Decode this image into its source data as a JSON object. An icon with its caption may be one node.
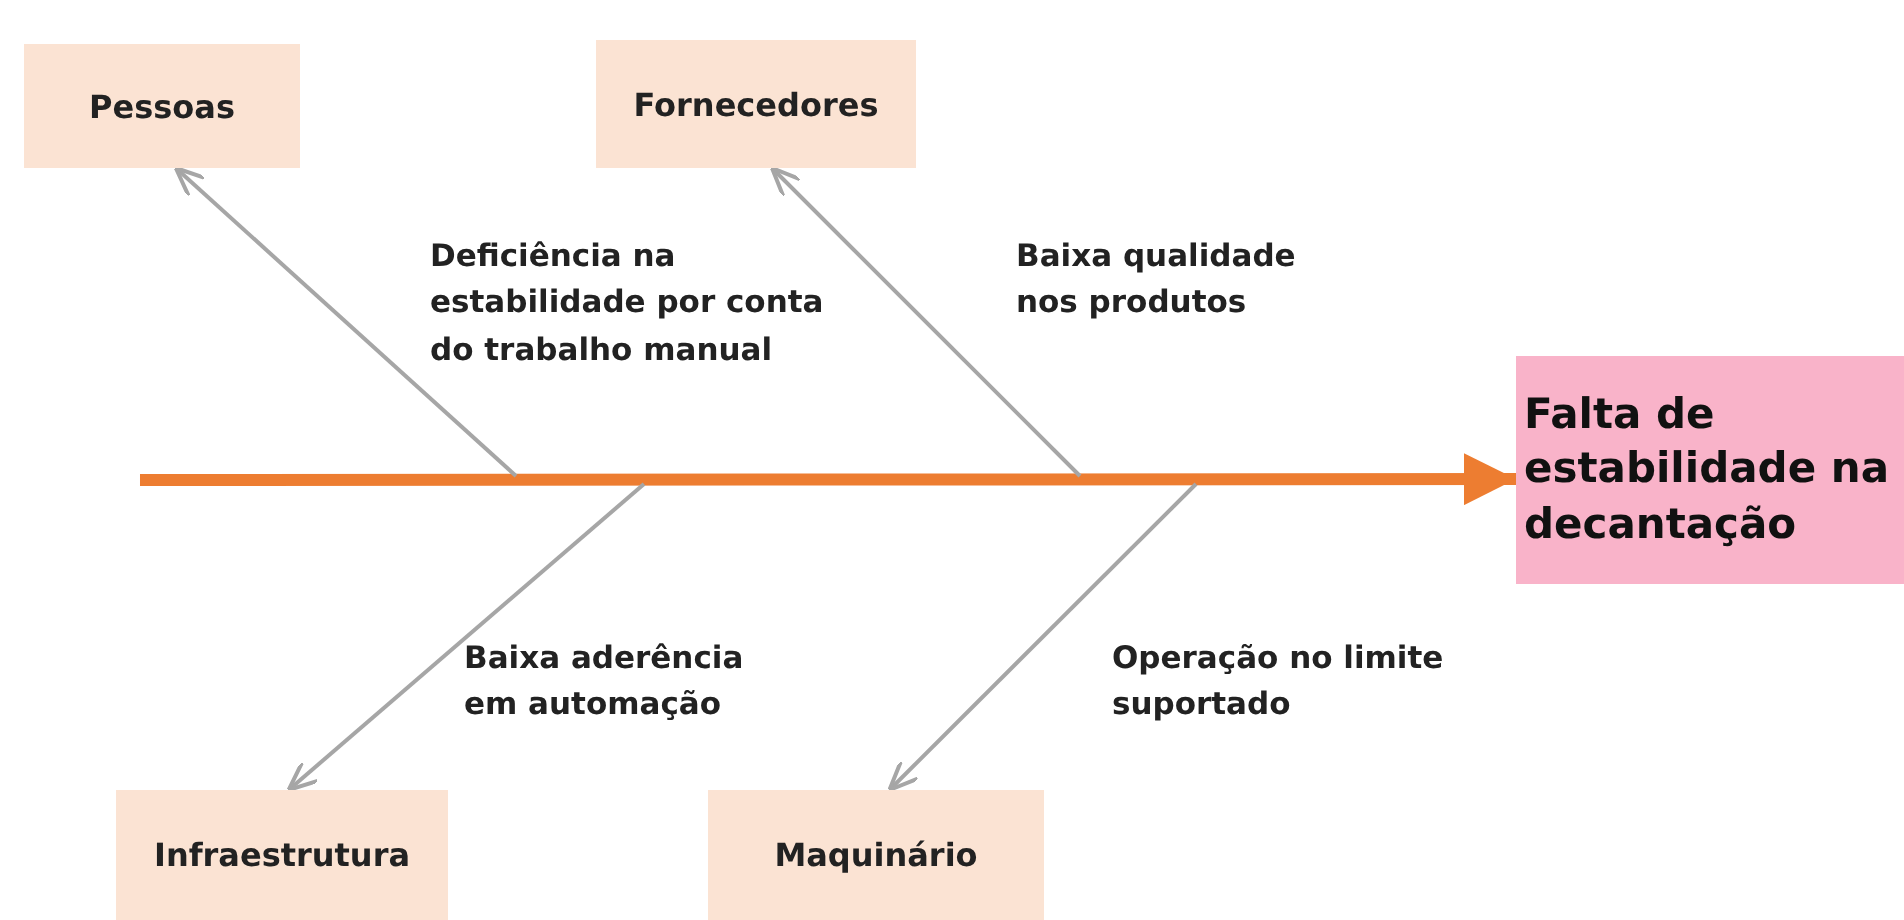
{
  "diagram": {
    "nodes": [
      {
        "text": [
          "Pessoas"
        ]
      },
      {
        "text": [
          "Fornecedores"
        ]
      },
      {
        "text": [
          "Falta de estabilidade na decantação"
        ]
      },
      {
        "text": [
          "Infraestrutura"
        ]
      },
      {
        "text": [
          "Maquinário"
        ]
      }
    ],
    "edges": [
      {
        "from": null,
        "to": 2,
        "arrow": "to",
        "style": "thick",
        "color": "#ed7d31"
      },
      {
        "from": null,
        "to": 0,
        "arrow": "to"
      },
      {
        "from": null,
        "to": 1,
        "arrow": "to"
      },
      {
        "from": null,
        "to": 3,
        "arrow": "to"
      },
      {
        "from": null,
        "to": 4,
        "arrow": "to"
      }
    ],
    "labels": [
      "Deficiência na estabilidade por conta do trabalho manual",
      "Baixa qualidade nos produtos",
      "Baixa aderência em automação",
      "Operação no limite suportado"
    ]
  }
}
